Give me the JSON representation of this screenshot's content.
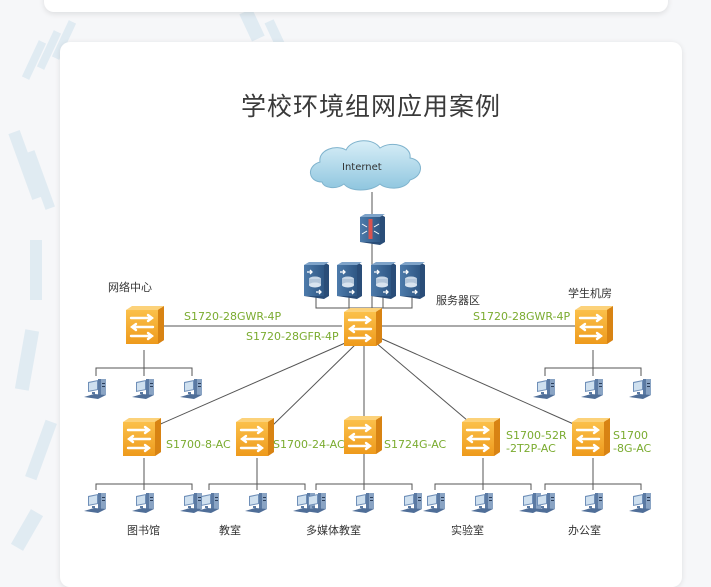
{
  "title": "学校环境组网应用案例",
  "internet_label": "Internet",
  "core": {
    "model": "S1720-28GFR-4P",
    "server_area_label": "服务器区"
  },
  "left_branch": {
    "area": "网络中心",
    "model": "S1720-28GWR-4P"
  },
  "right_branch": {
    "area": "学生机房",
    "model": "S1720-28GWR-4P"
  },
  "access": [
    {
      "model": "S1700-8-AC",
      "area": "图书馆"
    },
    {
      "model": "S1700-24-AC",
      "area": "教室"
    },
    {
      "model": "S1724G-AC",
      "area": "多媒体教室"
    },
    {
      "model_line1": "S1700-52R",
      "model_line2": "-2T2P-AC",
      "area": "实验室"
    },
    {
      "model_line1": "S1700",
      "model_line2": "-8G-AC",
      "area": "办公室"
    }
  ],
  "colors": {
    "switch_orange": "#f5a524",
    "model_green": "#7aab2f",
    "server_blue": "#3f6a99",
    "cloud_blue": "#9fd0e6"
  }
}
